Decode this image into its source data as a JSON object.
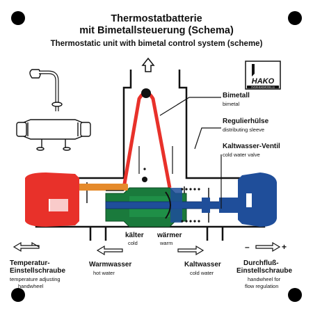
{
  "title": {
    "line1": "Thermostatbatterie",
    "line2": "mit Bimetallsteuerung (Schema)",
    "english": "Thermostatic unit with bimetal control system (scheme)"
  },
  "logo": {
    "brand": "HAKO",
    "caption": "OVERHEADMODELLE"
  },
  "labels": {
    "bimetall": {
      "de": "Bimetall",
      "en": "bimetal"
    },
    "regulierhuelse": {
      "de": "Regulierhülse",
      "en": "distributing sleeve"
    },
    "kaltwasser_ventil": {
      "de": "Kaltwasser-Ventil",
      "en": "cold water valve"
    },
    "kaelter": {
      "de": "kälter",
      "en": "cold"
    },
    "waermer": {
      "de": "wärmer",
      "en": "warm"
    },
    "warmwasser": {
      "de": "Warmwasser",
      "en": "hot water"
    },
    "kaltwasser": {
      "de": "Kaltwasser",
      "en": "cold water"
    },
    "temperatur": {
      "de1": "Temperatur-",
      "de2": "Einstellschraube",
      "en1": "temperature adjusting",
      "en2": "handwheel"
    },
    "durchfluss": {
      "de1": "Durchfluß-",
      "de2": "Einstellschraube",
      "en1": "handwheel for",
      "en2": "flow regulation"
    },
    "minus": "–",
    "plus": "+"
  },
  "colors": {
    "hot": "#e8312a",
    "cold": "#1f4e9a",
    "sleeve": "#1a7a3c",
    "orange": "#e58a2b",
    "outline": "#111111"
  }
}
